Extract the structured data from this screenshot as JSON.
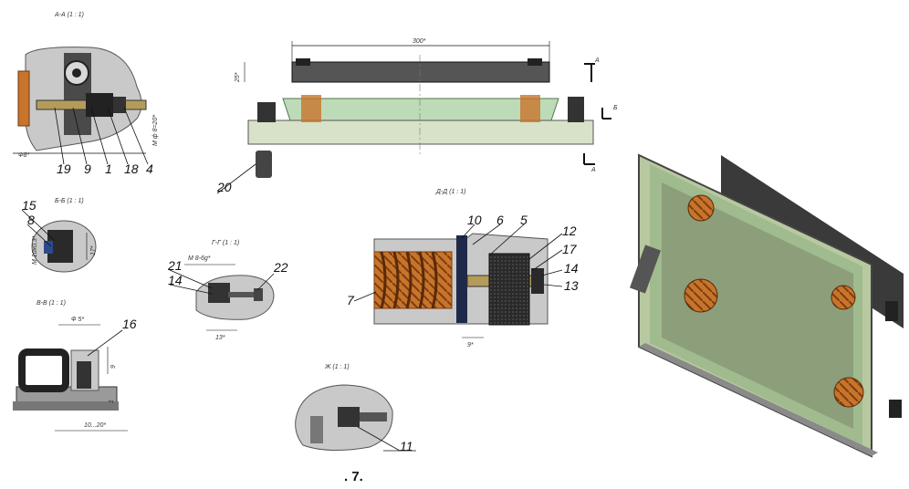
{
  "figure": {
    "caption": ". 7."
  },
  "views": {
    "section_aa": {
      "title": "А-А (1 : 1)",
      "dim_left": "Ф8*",
      "dim_right": "М ф 8=20*",
      "callouts": [
        "19",
        "9",
        "1",
        "18",
        "4"
      ]
    },
    "main_view": {
      "dim_length": "300*",
      "dim_height": "25*",
      "section_mark_a": "А",
      "section_mark_b": "Б",
      "callouts": [
        "20"
      ]
    },
    "section_bb": {
      "title": "Б-Б (1 : 1)",
      "dim_a": "М 10х0,3*",
      "dim_b": "17*",
      "callouts": [
        "15",
        "8"
      ]
    },
    "view_g": {
      "title": "Г-Г (1 : 1)",
      "dim_a": "М 8-6g*",
      "dim_b": "13*",
      "callouts": [
        "21",
        "14",
        "22"
      ]
    },
    "view_v": {
      "title": "В-В (1 : 1)",
      "dim_a": "Ф 5*",
      "dim_b": "9",
      "dim_c": "1",
      "dim_d": "10...20*",
      "callouts": [
        "16"
      ]
    },
    "detail_dd": {
      "title": "Д-Д (1 : 1)",
      "dim_a": "9*",
      "callouts": [
        "10",
        "6",
        "5",
        "12",
        "17",
        "14",
        "13",
        "7"
      ]
    },
    "detail_zh": {
      "title": "Ж (1 : 1)",
      "callouts": [
        "11"
      ]
    }
  },
  "colors": {
    "glass": "#b8d8b0",
    "frame": "#3a3a3a",
    "spring": "#c8742a",
    "metal": "#8a8a8a",
    "line": "#111111"
  }
}
